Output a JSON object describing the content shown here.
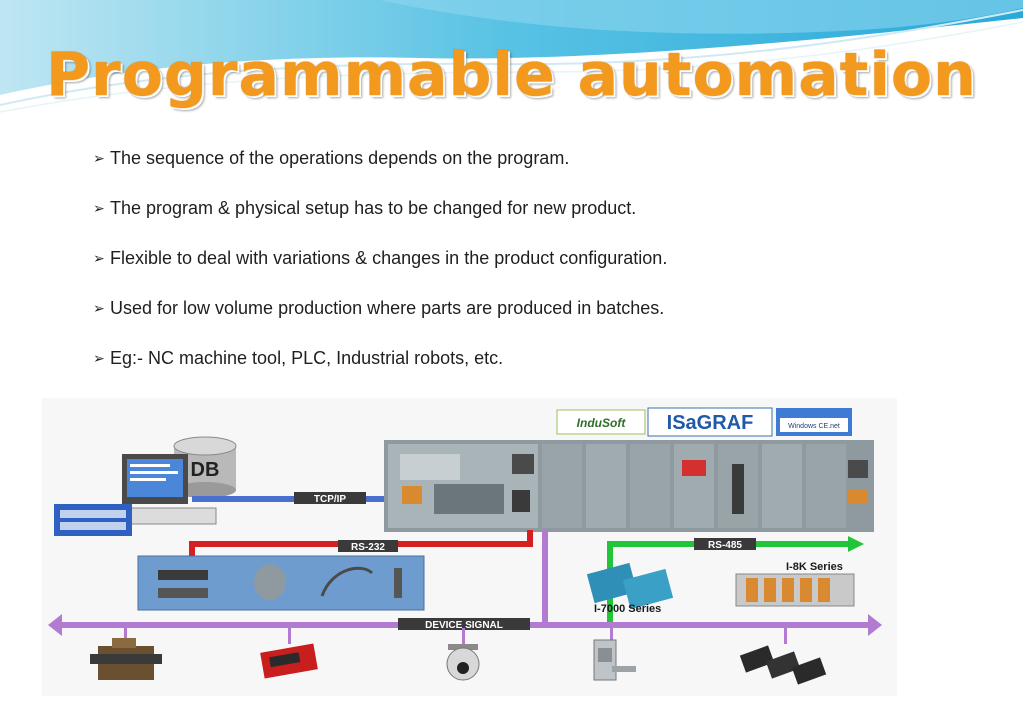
{
  "slide": {
    "title": "Programmable automation",
    "bullets": [
      "The sequence of the operations depends on the program.",
      "The  program & physical setup has to be changed for new product.",
      "Flexible to deal with variations & changes in the product configuration.",
      "Used for low volume production  where parts are produced in batches.",
      "Eg:- NC machine tool, PLC, Industrial robots, etc."
    ]
  },
  "diagram": {
    "labels": {
      "db": "DB",
      "tcpip": "TCP/IP",
      "rs232": "RS-232",
      "rs485": "RS-485",
      "i8k": "I-8K Series",
      "i7000": "I-7000 Series",
      "device_signal": "DEVICE SIGNAL",
      "indusoft": "InduSoft",
      "isagraf": "ISaGRAF",
      "wince": "Windows CE.net"
    },
    "colors": {
      "tcpip_bus": "#4a6fd1",
      "rs232_bus": "#d42020",
      "rs485_bus": "#22c43a",
      "device_bus": "#b27ad0",
      "title_orange": "#f39a1e"
    }
  }
}
